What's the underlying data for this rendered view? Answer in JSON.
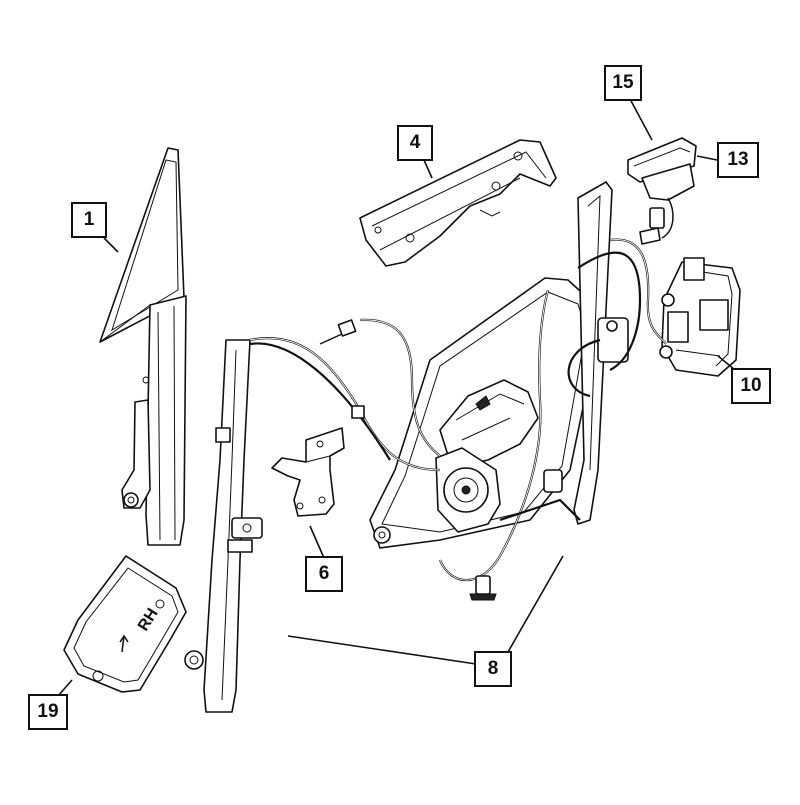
{
  "diagram": {
    "callouts": [
      {
        "id": "c1",
        "label": "1"
      },
      {
        "id": "c4",
        "label": "4"
      },
      {
        "id": "c15",
        "label": "15"
      },
      {
        "id": "c13",
        "label": "13"
      },
      {
        "id": "c10",
        "label": "10"
      },
      {
        "id": "c6",
        "label": "6"
      },
      {
        "id": "c8",
        "label": "8"
      },
      {
        "id": "c19",
        "label": "19"
      }
    ],
    "part_text": {
      "rh_marking": "RH"
    }
  }
}
